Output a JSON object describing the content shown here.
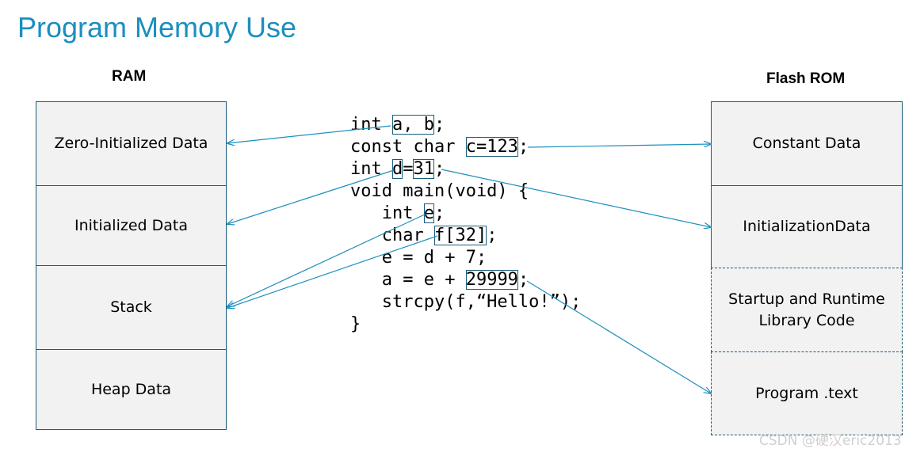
{
  "title": "Program Memory Use",
  "ram": {
    "label": "RAM",
    "sections": [
      "Zero-Initialized Data",
      "Initialized Data",
      "Stack",
      "Heap Data"
    ]
  },
  "rom": {
    "label": "Flash ROM",
    "sections": [
      "Constant Data",
      "InitializationData",
      "Startup and Runtime Library Code",
      "Program .text"
    ]
  },
  "code": {
    "l1_a": "int ",
    "l1_b": "a, b",
    "l1_c": ";",
    "l2_a": "const char ",
    "l2_b": "c=123",
    "l2_c": ";",
    "l3_a": "int ",
    "l3_b": "d",
    "l3_c": "=",
    "l3_d": "31",
    "l3_e": ";",
    "l4": "void main(void) {",
    "l5_a": "   int ",
    "l5_b": "e",
    "l5_c": ";",
    "l6_a": "   char ",
    "l6_b": "f[32]",
    "l6_c": ";",
    "l7": "   e = d + 7;",
    "l8_a": "   a = e + ",
    "l8_b": "29999",
    "l8_c": ";",
    "l9": "   strcpy(f,“Hello!”);",
    "l10": "}"
  },
  "watermark": "CSDN @硬汉eric2013",
  "colors": {
    "title": "#1a8fbf",
    "arrow": "#1e8fbf",
    "box_fill": "#f2f2f2",
    "box_border": "#1b5b7a"
  }
}
